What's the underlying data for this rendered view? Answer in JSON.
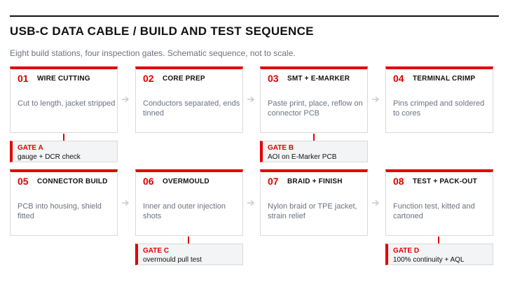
{
  "header": {
    "title": "USB-C DATA CABLE  /  BUILD AND TEST SEQUENCE",
    "subtitle": "Eight build stations, four inspection gates. Schematic sequence, not to scale."
  },
  "stations": [
    {
      "num": "01",
      "name": "WIRE CUTTING",
      "desc": "Cut to length, jacket stripped"
    },
    {
      "num": "02",
      "name": "CORE PREP",
      "desc": "Conductors separated, ends tinned"
    },
    {
      "num": "03",
      "name": "SMT + E-MARKER",
      "desc": "Paste print, place, reflow on connector PCB"
    },
    {
      "num": "04",
      "name": "TERMINAL CRIMP",
      "desc": "Pins crimped and soldered to cores"
    },
    {
      "num": "05",
      "name": "CONNECTOR BUILD",
      "desc": "PCB into housing, shield fitted"
    },
    {
      "num": "06",
      "name": "OVERMOULD",
      "desc": "Inner and outer injection shots"
    },
    {
      "num": "07",
      "name": "BRAID + FINISH",
      "desc": "Nylon braid or TPE jacket, strain relief"
    },
    {
      "num": "08",
      "name": "TEST + PACK-OUT",
      "desc": "Function test, kitted and cartoned"
    }
  ],
  "gates": [
    {
      "title": "GATE A",
      "detail": "gauge + DCR check"
    },
    {
      "title": "GATE B",
      "detail": "AOI on E-Marker PCB"
    },
    {
      "title": "GATE C",
      "detail": "overmould pull test"
    },
    {
      "title": "GATE D",
      "detail": "100% continuity + AQL"
    }
  ],
  "colors": {
    "accent": "#e00000",
    "text": "#111111",
    "muted": "#6b7280",
    "border": "#d9d9d9",
    "gate_bg": "#f3f4f6",
    "arrow": "#cccccc"
  },
  "icons": {
    "arrow": "arrow-right-icon"
  }
}
